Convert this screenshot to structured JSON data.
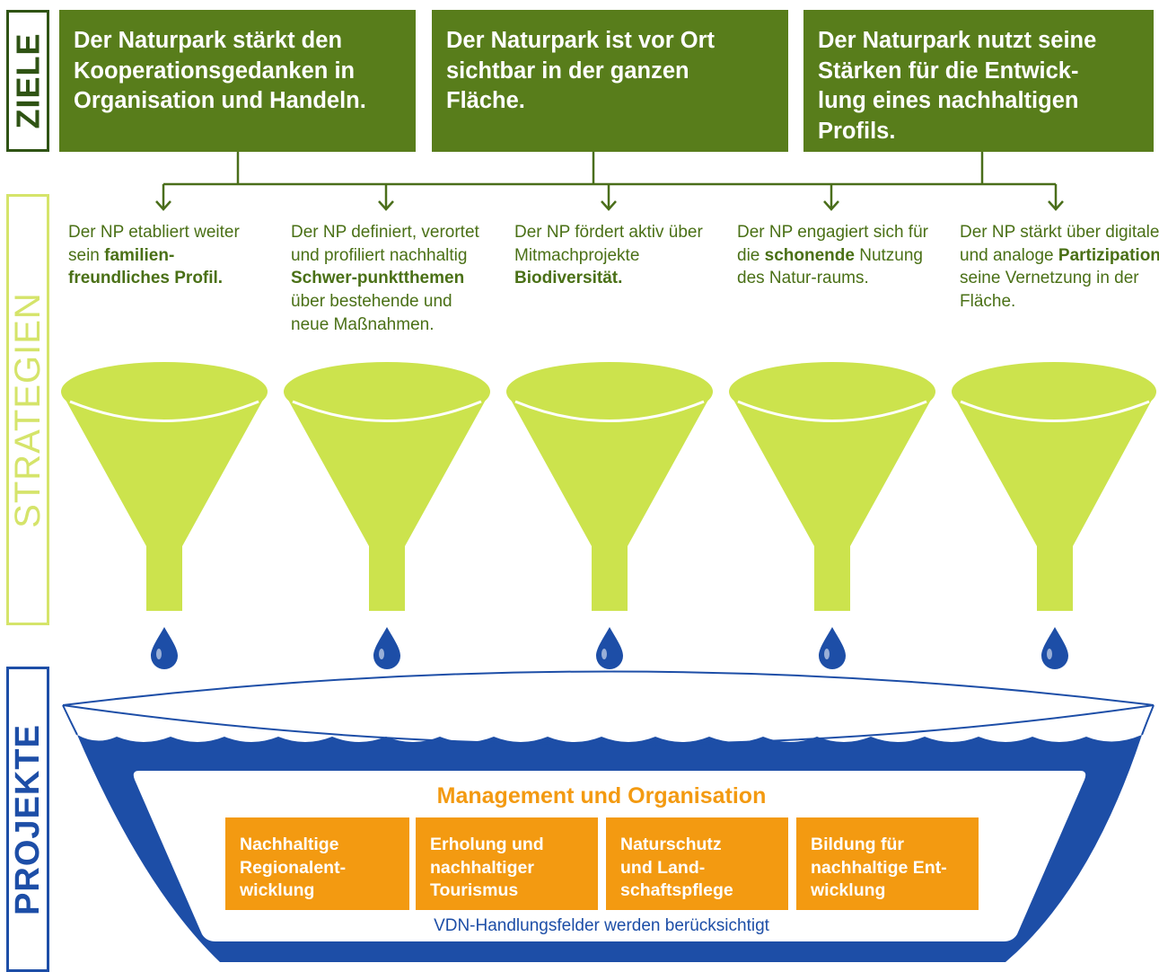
{
  "labels": {
    "ziele": "ZIELE",
    "strategien": "STRATEGIEN",
    "projekte": "PROJEKTE"
  },
  "goals": [
    {
      "line1": "Der Naturpark stärkt den",
      "line2": "Kooperationsgedanken in",
      "line3": "Organisation und Handeln.",
      "line4": ""
    },
    {
      "line1": "Der Naturpark ist vor Ort",
      "line2": "sichtbar in der ganzen",
      "line3": "Fläche.",
      "line4": ""
    },
    {
      "line1": "Der Naturpark nutzt seine",
      "line2": "Stärken für die Entwick-",
      "line3": "lung eines nachhaltigen",
      "line4": "Profils."
    }
  ],
  "strategies": [
    {
      "pre": "Der NP etabliert weiter sein ",
      "bold": "familien-freundliches Profil.",
      "post": ""
    },
    {
      "pre": "Der NP definiert, verortet und profiliert nachhaltig ",
      "bold": "Schwer-punktthemen",
      "post": " über bestehende und neue Maßnahmen."
    },
    {
      "pre": "Der NP fördert aktiv über Mitmachprojekte ",
      "bold": "Biodiversität.",
      "post": ""
    },
    {
      "pre": "Der NP engagiert sich für die ",
      "bold": "schonende",
      "post": " Nutzung des Natur-raums."
    },
    {
      "pre": "Der NP stärkt über digitale und analoge ",
      "bold": "Partizipation",
      "post": " seine Vernetzung in der Fläche."
    }
  ],
  "projects": {
    "title": "Management und Organisation",
    "fields": [
      {
        "line1": "Nachhaltige",
        "line2": "Regionalent-",
        "line3": "wicklung"
      },
      {
        "line1": "Erholung und",
        "line2": "nachhaltiger",
        "line3": "Tourismus"
      },
      {
        "line1": "Naturschutz",
        "line2": "und Land-",
        "line3": "schaftspflege"
      },
      {
        "line1": "Bildung für",
        "line2": "nachhaltige Ent-",
        "line3": "wicklung"
      }
    ],
    "footer": "VDN-Handlungsfelder werden berücksichtigt"
  },
  "colors": {
    "goal": "#587d1b",
    "funnel": "#cce34d",
    "water": "#1d4ea7",
    "orange": "#f39a11"
  }
}
